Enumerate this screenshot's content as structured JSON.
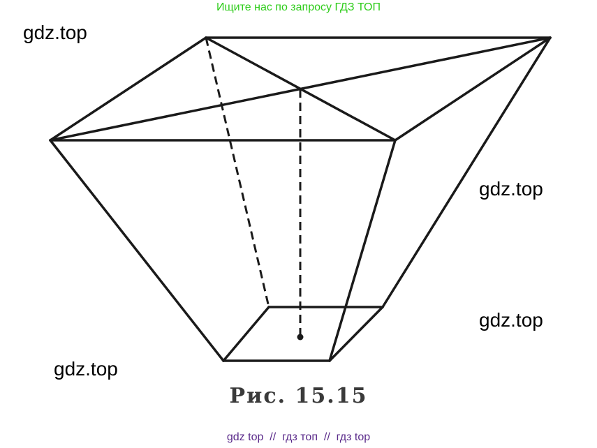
{
  "banner": "Ищите нас по запросу ГДЗ ТОП",
  "watermarks": [
    "gdz.top",
    "gdz.top",
    "gdz.top",
    "gdz.top"
  ],
  "figure": {
    "caption": "Рис. 15.15",
    "line_color": "#1a1a1a"
  },
  "footer": "gdz top  //  гдз топ  //  гдз top",
  "colors": {
    "banner": "#2ecc1a",
    "footer": "#5a2a8a"
  }
}
